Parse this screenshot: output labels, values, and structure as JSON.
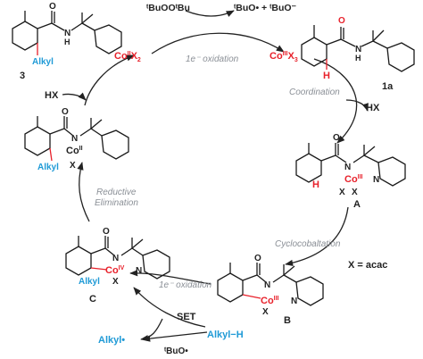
{
  "colors": {
    "bond": "#1a1a1a",
    "arrow": "#222222",
    "cobalt_red": "#e8212b",
    "alkyl_blue": "#1f9ad6",
    "caption_gray": "#8a8f96"
  },
  "oxidant": {
    "peroxide": "ᵗBuOOᵗBu",
    "radicals": "ᵗBuO• + ᵗBuO⁻"
  },
  "top": {
    "co2": "CoIIX2",
    "co3": "CoIIIX3",
    "step": "1e⁻ oxidation"
  },
  "right": {
    "step": "Coordination",
    "hx": "HX",
    "sub_h": "H",
    "sub_label": "1a"
  },
  "left": {
    "hx": "HX",
    "product_label": "3",
    "product_alkyl": "Alkyl",
    "int_alkyl": "Alkyl",
    "int_co": "CoII",
    "int_x": "X",
    "int_n": "N"
  },
  "A": {
    "label": "A",
    "co": "CoIII",
    "x1": "X",
    "x2": "X",
    "h": "H",
    "n1": "N",
    "n2": "N"
  },
  "B": {
    "label": "B",
    "co": "CoIII",
    "x": "X",
    "n1": "N",
    "n2": "N",
    "step": "Cyclocobaltation",
    "x_def": "X = acac"
  },
  "C": {
    "label": "C",
    "co": "CoIV",
    "x": "X",
    "alkyl": "Alkyl",
    "n1": "N",
    "n2": "N",
    "step_oxidation": "1e⁻ oxidation",
    "step_elim_1": "Reductive",
    "step_elim_2": "Elimination"
  },
  "bottom": {
    "set": "SET",
    "alkyl_h": "Alkyl−H",
    "alkyl_radical": "Alkyl•",
    "tbuo": "ᵗBuO•"
  }
}
